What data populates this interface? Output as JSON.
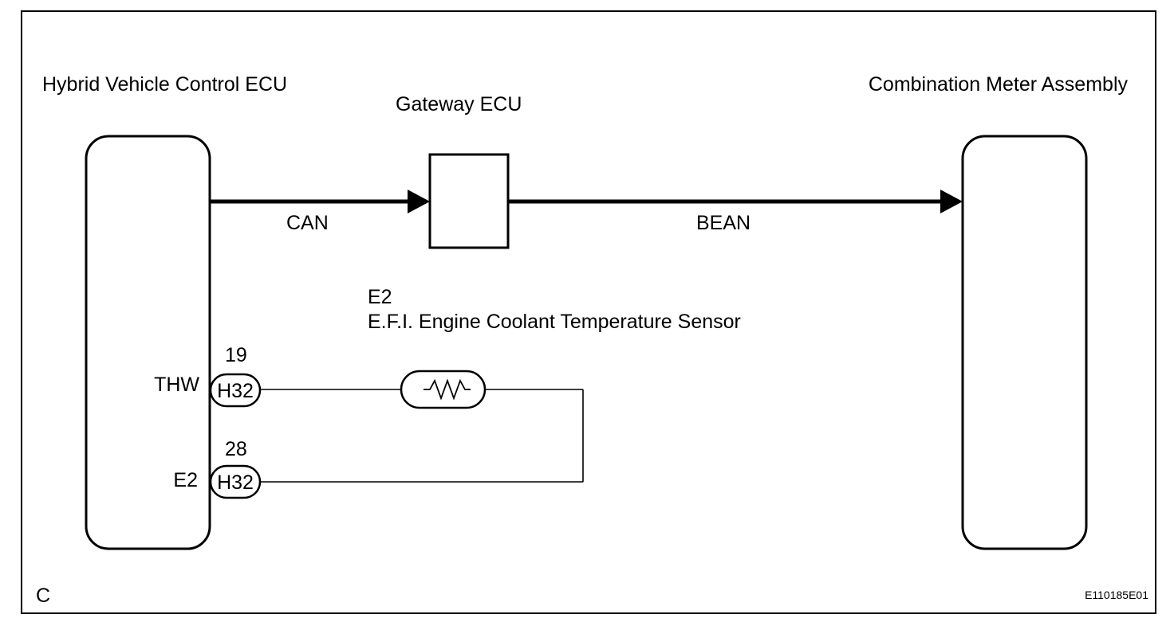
{
  "diagram": {
    "hv_ecu_label": "Hybrid Vehicle Control ECU",
    "gateway_label": "Gateway ECU",
    "meter_label": "Combination Meter Assembly",
    "can_label": "CAN",
    "bean_label": "BEAN",
    "sensor_code": "E2",
    "sensor_name": "E.F.I. Engine Coolant Temperature Sensor",
    "pins": [
      {
        "name": "THW",
        "number": "19",
        "connector": "H32"
      },
      {
        "name": "E2",
        "number": "28",
        "connector": "H32"
      }
    ],
    "corner_label": "C",
    "figure_id": "E110185E01",
    "colors": {
      "line": "#000000",
      "background": "#ffffff"
    }
  }
}
